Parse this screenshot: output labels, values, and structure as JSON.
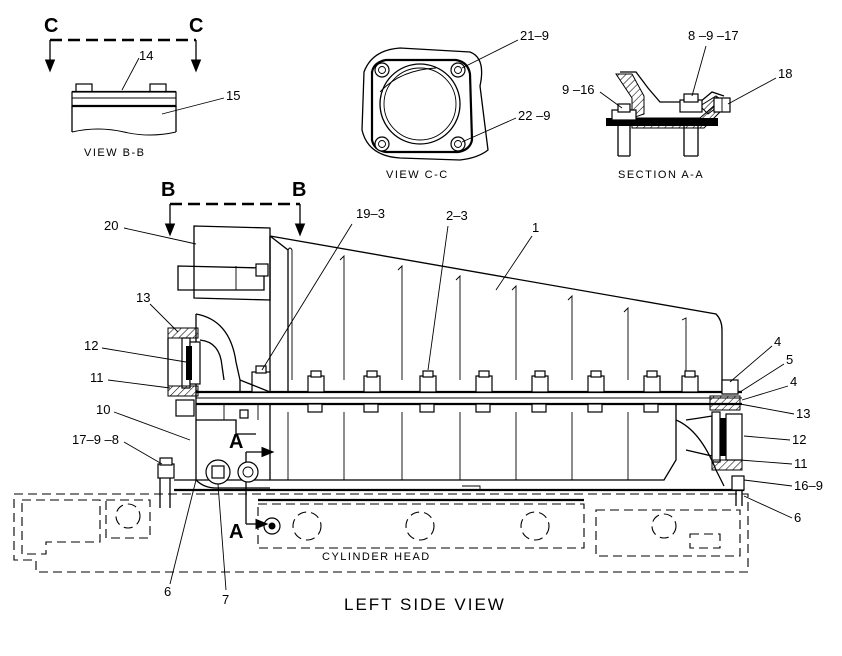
{
  "views": {
    "view_bb": {
      "caption": "VIEW B-B",
      "cut_letter": "C"
    },
    "view_cc": {
      "caption": "VIEW C-C"
    },
    "section_aa": {
      "caption": "SECTION A-A"
    },
    "main": {
      "caption": "LEFT SIDE VIEW",
      "cut_letter_b": "B",
      "cut_letter_a": "A",
      "head_label": "CYLINDER HEAD"
    }
  },
  "callouts": {
    "c14": "14",
    "c15": "15",
    "c21_9": "21–9",
    "c22_9": "22 –9",
    "c8_9_17": "8 –9 –17",
    "c9_16": "9 –16",
    "c18": "18",
    "c20": "20",
    "c19_3": "19–3",
    "c2_3": "2–3",
    "c1": "1",
    "c13_left": "13",
    "c12_left": "12",
    "c11_left": "11",
    "c10": "10",
    "c17_9_8": "17–9 –8",
    "c6_left": "6",
    "c7": "7",
    "c4_top": "4",
    "c5": "5",
    "c4_bottom": "4",
    "c13_right": "13",
    "c12_right": "12",
    "c11_right": "11",
    "c16_9": "16–9",
    "c6_right": "6"
  }
}
